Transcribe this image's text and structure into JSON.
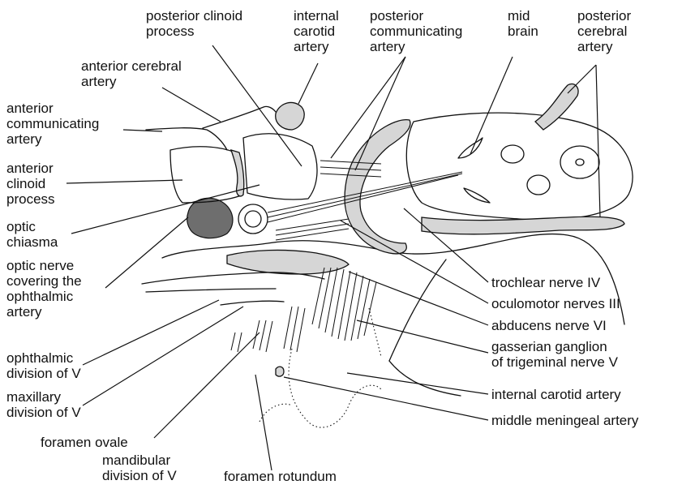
{
  "labels": {
    "posterior_clinoid_process": [
      "posterior clinoid",
      "process"
    ],
    "internal_carotid_artery_top": [
      "internal",
      "carotid",
      "artery"
    ],
    "posterior_communicating_artery": [
      "posterior",
      "communicating",
      "artery"
    ],
    "mid_brain": [
      "mid",
      "brain"
    ],
    "posterior_cerebral_artery": [
      "posterior",
      "cerebral",
      "artery"
    ],
    "anterior_cerebral_artery": [
      "anterior cerebral",
      "artery"
    ],
    "anterior_communicating_artery": [
      "anterior",
      "communicating",
      "artery"
    ],
    "anterior_clinoid_process": [
      "anterior",
      "clinoid",
      "process"
    ],
    "optic_chiasma": [
      "optic",
      "chiasma"
    ],
    "optic_nerve": [
      "optic nerve",
      "covering the",
      "ophthalmic",
      "artery"
    ],
    "ophthalmic_division": [
      "ophthalmic",
      "division of V"
    ],
    "maxillary_division": [
      "maxillary",
      "division of V"
    ],
    "foramen_ovale": "foramen ovale",
    "mandibular_division": [
      "mandibular",
      "division of V"
    ],
    "foramen_rotundum": "foramen rotundum",
    "trochlear_nerve": "trochlear nerve IV",
    "oculomotor_nerves": "oculomotor nerves III",
    "abducens_nerve": "abducens nerve VI",
    "gasserian_ganglion": [
      "gasserian ganglion",
      "of trigeminal nerve V"
    ],
    "internal_carotid_artery_right": "internal carotid artery",
    "middle_meningeal_artery": "middle meningeal artery"
  }
}
